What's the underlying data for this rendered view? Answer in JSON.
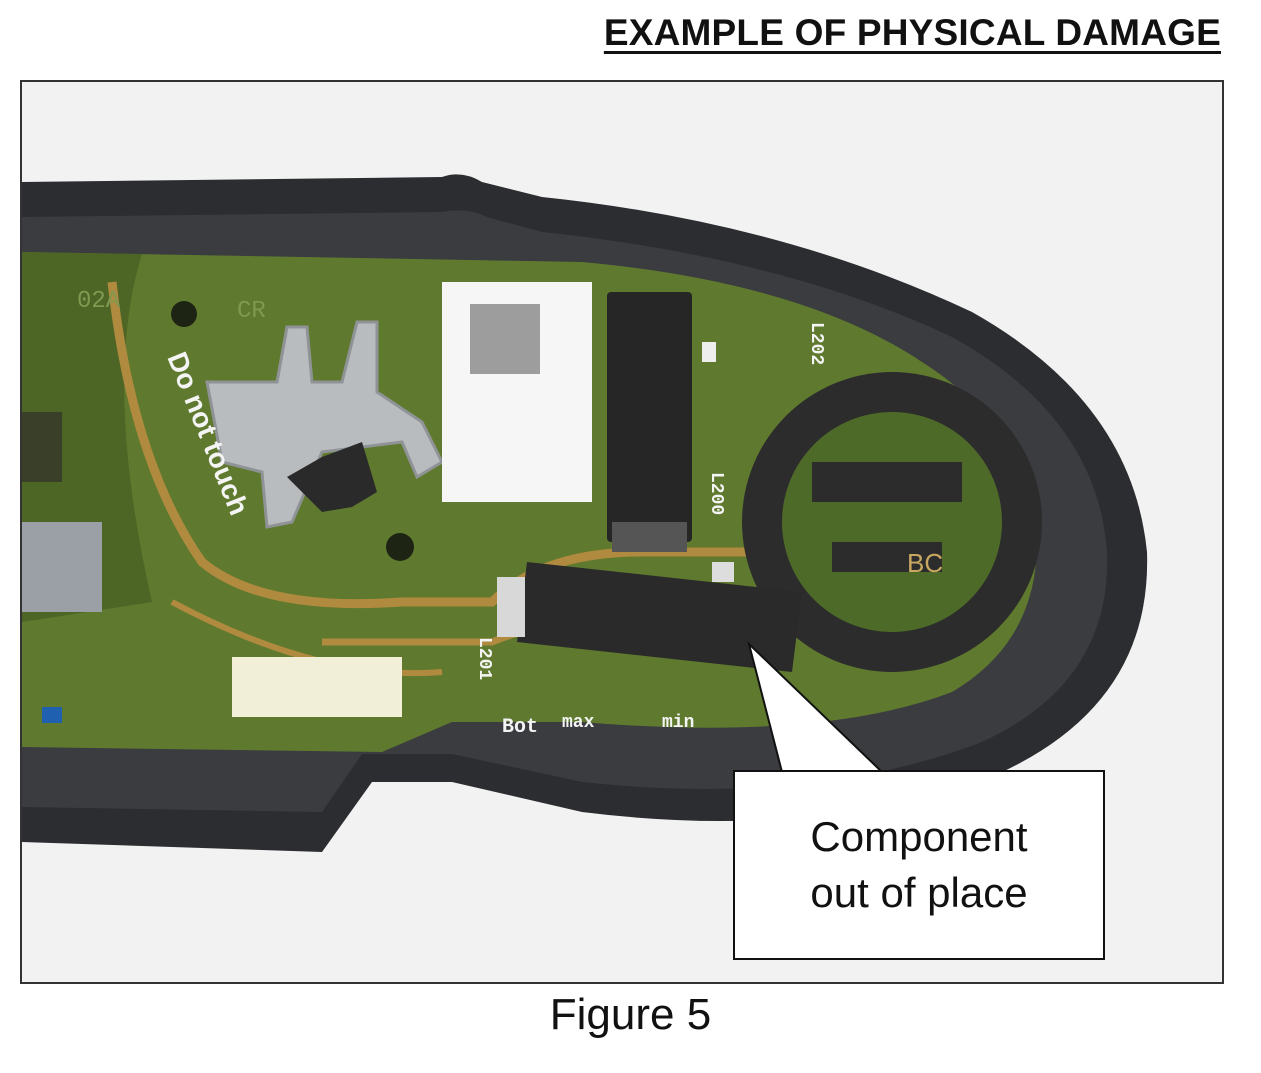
{
  "document": {
    "heading": "EXAMPLE OF PHYSICAL DAMAGE",
    "caption": "Figure 5",
    "image_id": "TP110271"
  },
  "photo": {
    "board_labels": {
      "silkscreen_warning": "Do not touch",
      "ref_l200": "L200",
      "ref_l201": "L201",
      "ref_l202": "L202",
      "scale_bot": "Bot",
      "scale_max": "max",
      "scale_min": "min",
      "corner_code": "02A",
      "corner_code_2": "CR",
      "holder_mark": "BC"
    }
  },
  "callout": {
    "line1": "Component",
    "line2": "out of place"
  },
  "colors": {
    "housing": "#2b2d30",
    "pcb": "#5f7a2e",
    "trace": "#b08a3e",
    "metal": "#b9bcbf",
    "component": "#2a2a2a"
  }
}
